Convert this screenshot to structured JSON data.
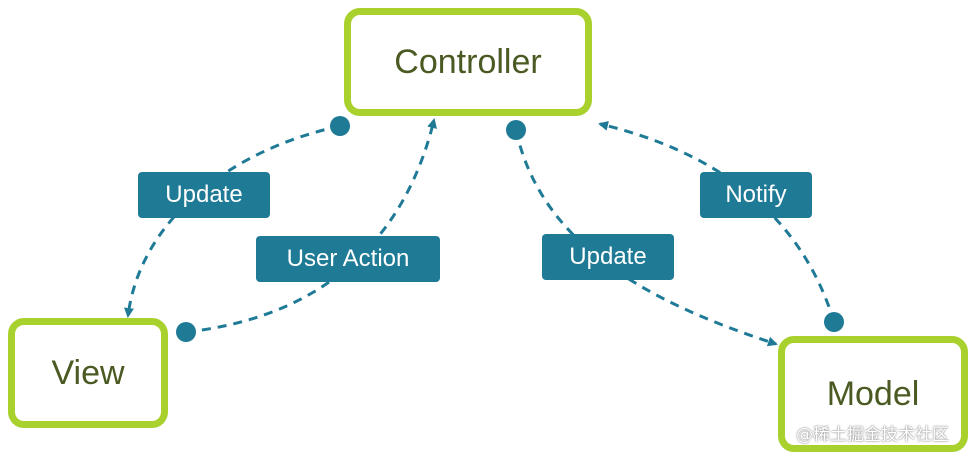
{
  "nodes": {
    "controller": "Controller",
    "view": "View",
    "model": "Model"
  },
  "edges": {
    "update_left": "Update",
    "user_action": "User Action",
    "update_right": "Update",
    "notify": "Notify"
  },
  "watermark": "@稀土掘金技术社区",
  "colors": {
    "node_border": "#a8d12d",
    "node_text": "#4a5a22",
    "edge": "#1f7a96",
    "label_bg": "#1f7a96",
    "label_text": "#ffffff"
  }
}
